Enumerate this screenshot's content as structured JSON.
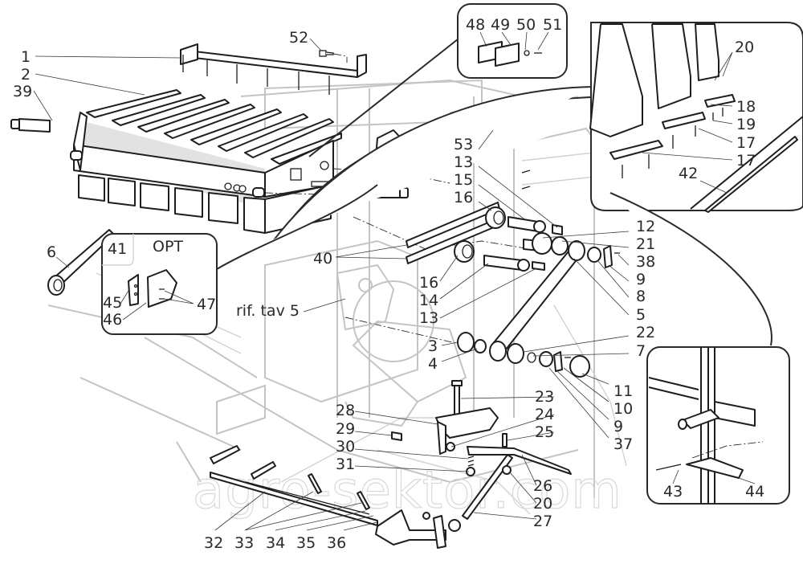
{
  "diagram": {
    "title": "Exploded parts diagram - pick-up / stripper assembly",
    "watermark": "agro-sektor.com",
    "reference_note": "rif. tav 5",
    "optional_inset": {
      "badge": "41",
      "tag": "OPT",
      "parts": [
        "45",
        "46",
        "47"
      ]
    },
    "inset_top_plates": {
      "parts": [
        "48",
        "49",
        "50",
        "51"
      ]
    },
    "inset_top_right": {
      "parts": [
        "20",
        "18",
        "19",
        "17",
        "17",
        "42"
      ]
    },
    "inset_bottom_right": {
      "parts": [
        "43",
        "44"
      ]
    },
    "part_labels": {
      "p1": "1",
      "p2": "2",
      "p39": "39",
      "p52": "52",
      "p48": "48",
      "p49": "49",
      "p50": "50",
      "p51": "51",
      "p20a": "20",
      "p18": "18",
      "p19": "19",
      "p17a": "17",
      "p17b": "17",
      "p42": "42",
      "p53": "53",
      "p13a": "13",
      "p15": "15",
      "p16a": "16",
      "p12": "12",
      "p21": "21",
      "p38": "38",
      "p9a": "9",
      "p8": "8",
      "p5": "5",
      "p22": "22",
      "p7": "7",
      "p40": "40",
      "p16b": "16",
      "p14": "14",
      "p13b": "13",
      "p3": "3",
      "p4": "4",
      "p6": "6",
      "p41": "41",
      "p45": "45",
      "p46": "46",
      "p47": "47",
      "p11": "11",
      "p10": "10",
      "p9b": "9",
      "p37": "37",
      "p23": "23",
      "p24": "24",
      "p25": "25",
      "p28": "28",
      "p29": "29",
      "p30": "30",
      "p31": "31",
      "p26": "26",
      "p20b": "20",
      "p27": "27",
      "p32": "32",
      "p33": "33",
      "p34": "34",
      "p35": "35",
      "p36": "36",
      "p43": "43",
      "p44": "44"
    }
  },
  "colors": {
    "line": "#1e1e1e",
    "ghost": "#c4c4c4",
    "background": "#ffffff"
  }
}
